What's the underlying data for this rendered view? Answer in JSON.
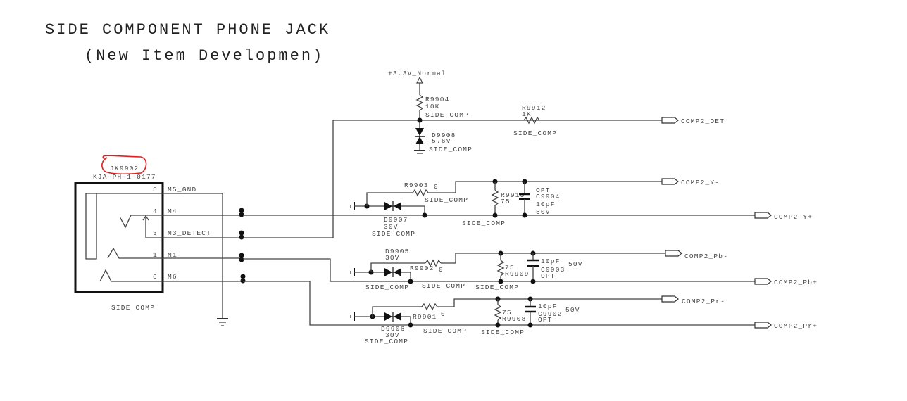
{
  "title": "SIDE COMPONENT PHONE JACK",
  "subtitle": "(New Item Developmen)",
  "jack": {
    "ref": "JK9902",
    "part": "KJA-PH-1-0177",
    "group": "SIDE_COMP",
    "pins": [
      {
        "num": "5",
        "net": "M5_GND"
      },
      {
        "num": "4",
        "net": "M4"
      },
      {
        "num": "3",
        "net": "M3_DETECT"
      },
      {
        "num": "1",
        "net": "M1"
      },
      {
        "num": "6",
        "net": "M6"
      }
    ],
    "highlight_color": "#e02020"
  },
  "power": {
    "label": "+3.3V_Normal"
  },
  "components": {
    "r9904": {
      "ref": "R9904",
      "value": "10K",
      "group": "SIDE_COMP"
    },
    "d9908": {
      "ref": "D9908",
      "value": "5.6V",
      "group": "SIDE_COMP"
    },
    "r9912": {
      "ref": "R9912",
      "value": "1K",
      "group": "SIDE_COMP"
    },
    "r9903": {
      "ref": "R9903",
      "value": "0",
      "group": "SIDE_COMP"
    },
    "d9907": {
      "ref": "D9907",
      "value": "30V",
      "group": "SIDE_COMP"
    },
    "r9910": {
      "ref": "R9910",
      "value": "75",
      "group": "SIDE_COMP"
    },
    "c9904": {
      "ref": "C9904",
      "opt": "OPT",
      "value": "10pF",
      "voltage": "50V"
    },
    "d9905": {
      "ref": "D9905",
      "value": "30V",
      "group": "SIDE_COMP"
    },
    "r9902": {
      "ref": "R9902",
      "value": "0",
      "group": "SIDE_COMP"
    },
    "r9909": {
      "ref": "R9909",
      "value": "75",
      "group": "SIDE_COMP"
    },
    "c9903": {
      "ref": "C9903",
      "opt": "OPT",
      "value": "10pF",
      "voltage": "50V"
    },
    "d9906": {
      "ref": "D9906",
      "value": "30V",
      "group": "SIDE_COMP"
    },
    "r9901": {
      "ref": "R9901",
      "value": "0",
      "group": "SIDE_COMP"
    },
    "r9908": {
      "ref": "R9908",
      "value": "75",
      "group": "SIDE_COMP"
    },
    "c9902": {
      "ref": "C9902",
      "opt": "OPT",
      "value": "10pF",
      "voltage": "50V"
    }
  },
  "ports": {
    "det": "COMP2_DET",
    "y_minus": "COMP2_Y-",
    "y_plus": "COMP2_Y+",
    "pb_minus": "COMP2_Pb-",
    "pb_plus": "COMP2_Pb+",
    "pr_minus": "COMP2_Pr-",
    "pr_plus": "COMP2_Pr+"
  }
}
